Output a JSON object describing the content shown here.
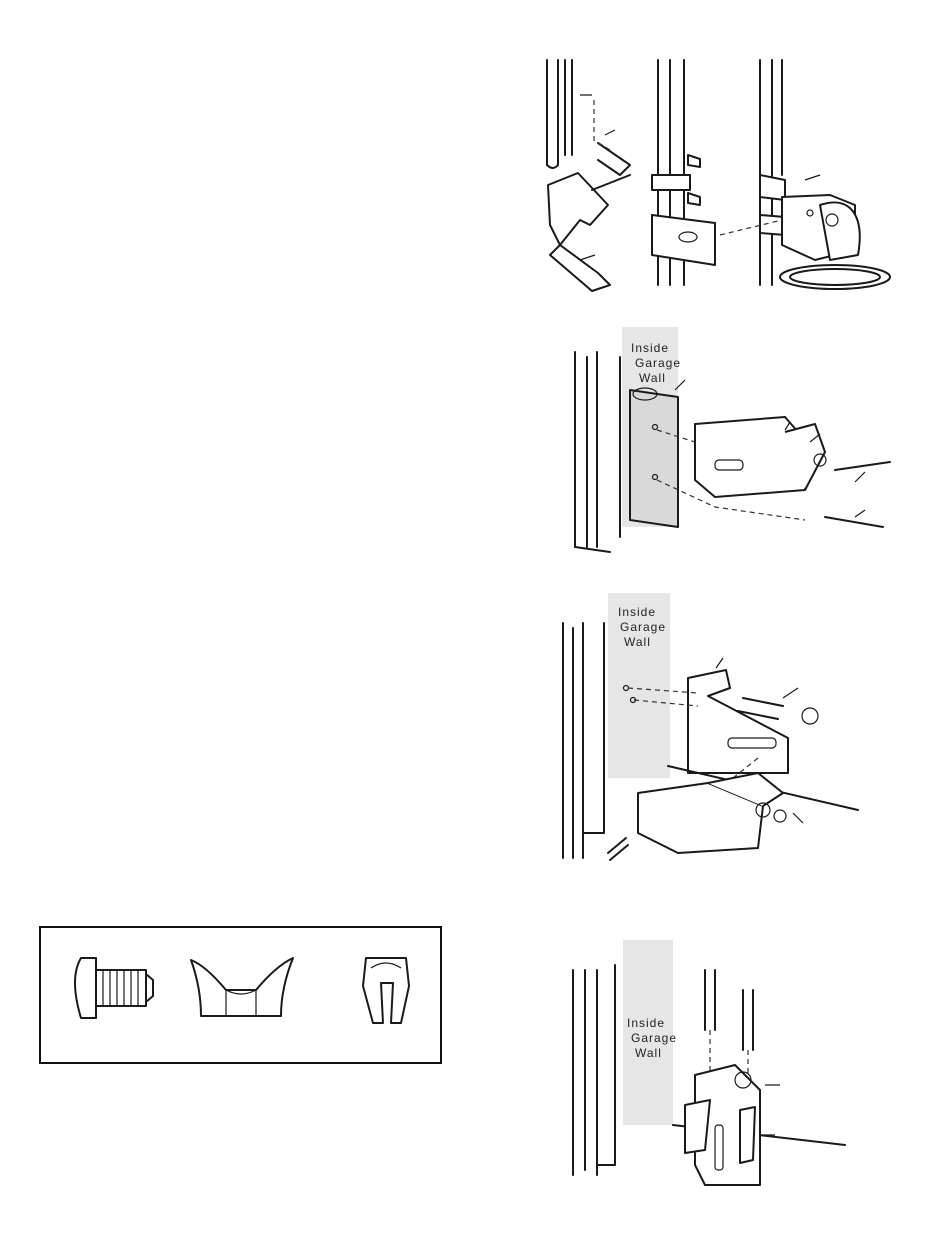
{
  "figures": [
    {
      "id": "fig-rail-bracket-assembly",
      "wall_label": null
    },
    {
      "id": "fig-sensor-wall-mount",
      "wall_label": [
        "Inside",
        "Garage",
        "Wall"
      ]
    },
    {
      "id": "fig-sensor-extension-mount",
      "wall_label": [
        "Inside",
        "Garage",
        "Wall"
      ]
    },
    {
      "id": "fig-sensor-floor-mount",
      "wall_label": [
        "Inside",
        "Garage",
        "Wall"
      ]
    }
  ],
  "hardware": [
    {
      "name": "carriage-bolt",
      "icon": "carriage-bolt-icon"
    },
    {
      "name": "wing-nut",
      "icon": "wing-nut-icon"
    },
    {
      "name": "wire-clip",
      "icon": "wire-clip-icon"
    }
  ]
}
